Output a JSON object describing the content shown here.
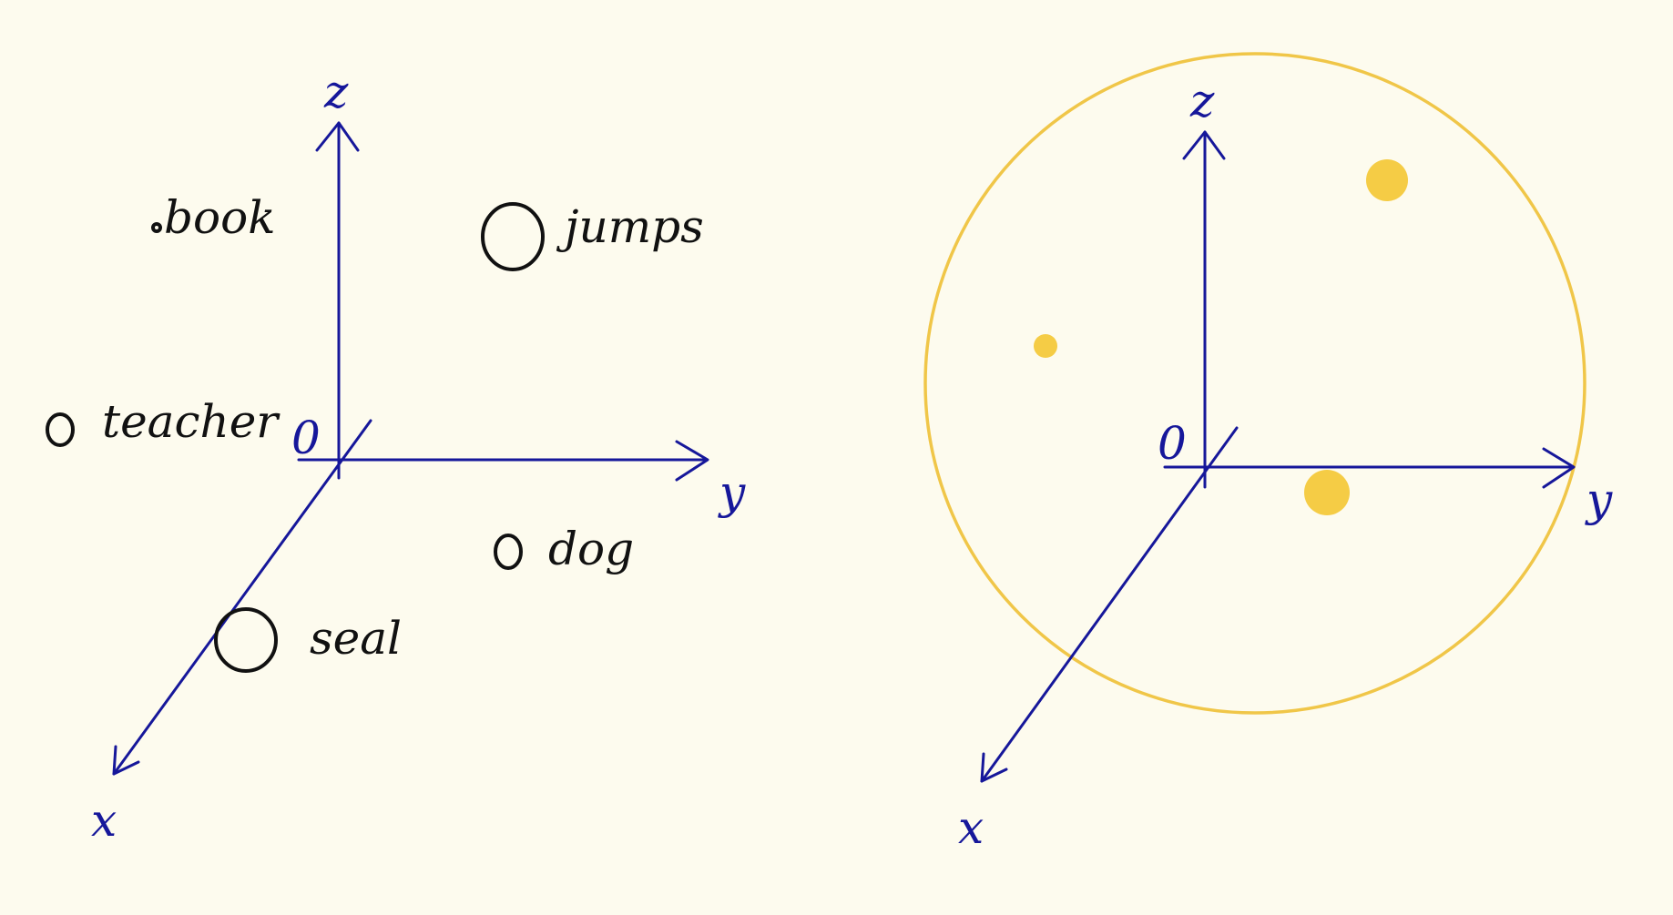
{
  "colors": {
    "background": "#fdfbee",
    "axis": "#16179a",
    "ink": "#111111",
    "sphere": "#f0c648",
    "dot": "#f5cc45"
  },
  "left_panel": {
    "axes": {
      "z": "z",
      "y": "y",
      "x": "x",
      "origin": "0"
    },
    "words": {
      "book": "book",
      "jumps": "jumps",
      "teacher": "teacher",
      "dog": "dog",
      "seal": "seal"
    }
  },
  "right_panel": {
    "axes": {
      "z": "z",
      "y": "y",
      "x": "x",
      "origin": "0"
    },
    "dot_count": 3
  }
}
